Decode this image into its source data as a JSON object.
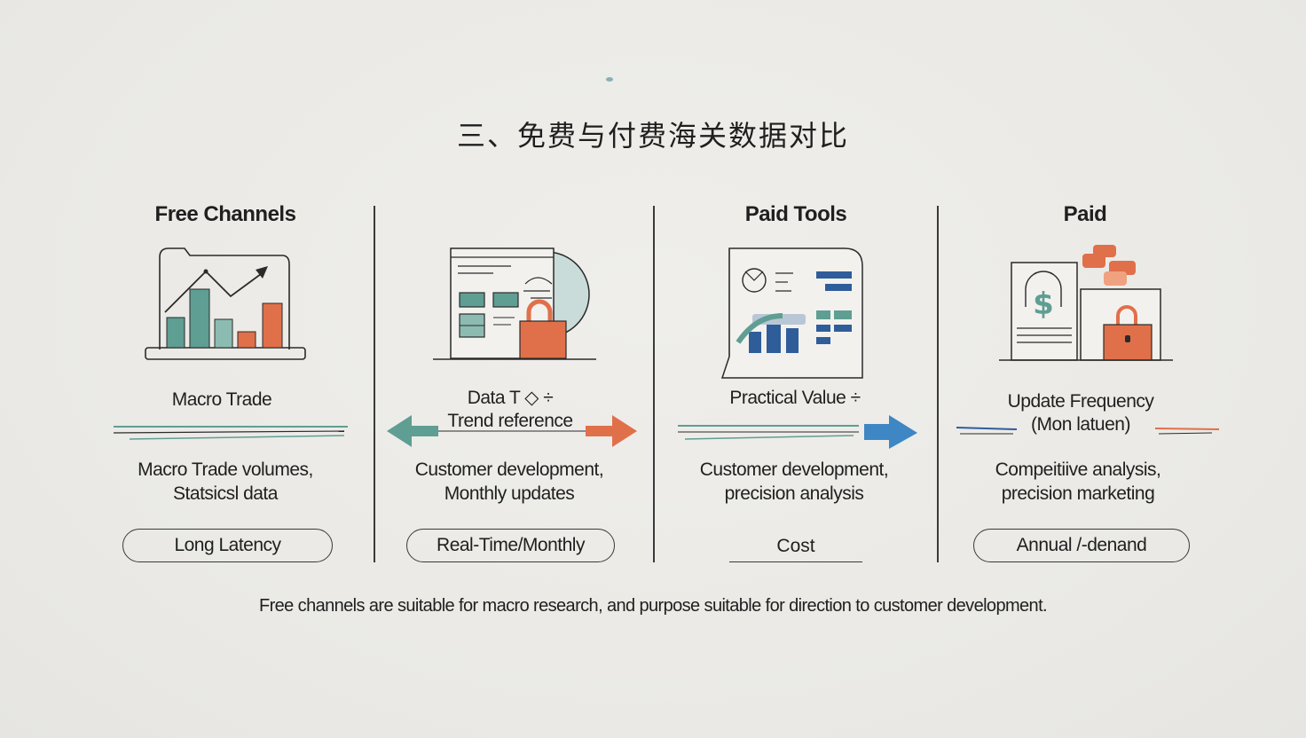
{
  "title": "三、免费与付费海关数据对比",
  "columns": [
    {
      "heading": "Free Channels",
      "icon": "bar-chart-icon",
      "label_lines": [
        "Macro Trade"
      ],
      "desc_lines": [
        "Macro Trade volumes,",
        "Statsicsl data"
      ],
      "tag": "Long Latency"
    },
    {
      "heading": "",
      "icon": "locked-document-icon",
      "label_lines": [
        "Data T ◇ ÷",
        "Trend reference"
      ],
      "desc_lines": [
        "Customer development,",
        "Monthly updates"
      ],
      "tag": "Real-Time/Monthly"
    },
    {
      "heading": "Paid Tools",
      "icon": "dashboard-screen-icon",
      "label_lines": [
        "Practical Value ÷"
      ],
      "desc_lines": [
        "Customer development,",
        "precision analysis"
      ],
      "tag": "Cost"
    },
    {
      "heading": "Paid",
      "icon": "payment-lock-icon",
      "label_lines": [
        "Update Frequency",
        "(Mon latuen)"
      ],
      "desc_lines": [
        "Compeitiive analysis,",
        "precision marketing"
      ],
      "tag": "Annual /-denand"
    }
  ],
  "footer": "Free channels are suitable for macro research, and purpose suitable for direction to customer development.",
  "colors": {
    "teal": "#5f9e92",
    "orange": "#e0704a",
    "blue": "#2f5d9a",
    "ink": "#2a2a2a"
  }
}
